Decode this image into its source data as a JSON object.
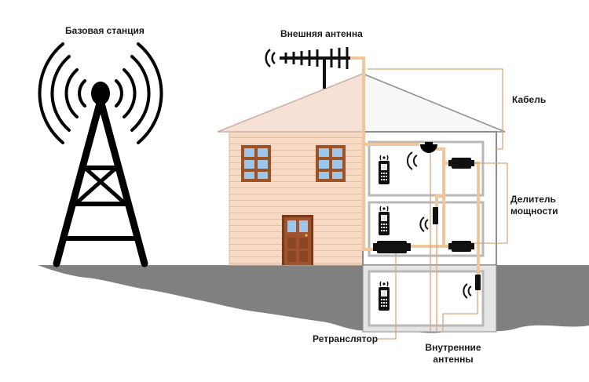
{
  "labels": {
    "base_station": "Базовая станция",
    "external_antenna": "Внешняя антенна",
    "cable": "Кабель",
    "power_divider": [
      "Делитель",
      "мощности"
    ],
    "repeater": "Ретранслятор",
    "internal_antennas": [
      "Внутренние",
      "антенны"
    ]
  },
  "colors": {
    "cable": "#f0c79a",
    "leader": "#d9a878",
    "ground": "#7f7f7f",
    "house_wall": "#f8d9c4",
    "roof": "#f7e1d4",
    "door": "#a0522d",
    "window_frame": "#9b5325",
    "glass": "#9ec6e8",
    "interior_wall": "#e5e5e5",
    "tower": "#000000"
  },
  "icons": [
    "tower-icon",
    "yagi-antenna-icon",
    "phone-icon",
    "repeater-icon",
    "splitter-icon",
    "ceiling-antenna-icon",
    "wall-antenna-icon"
  ]
}
